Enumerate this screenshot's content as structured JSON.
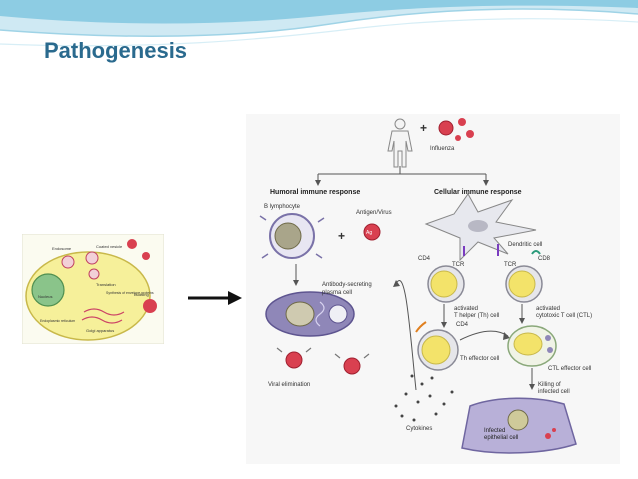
{
  "slide": {
    "title": "Pathogenesis"
  },
  "panel": {
    "labels": [
      "Endosome",
      "Nucleus",
      "Translation",
      "Synthesis of envelope proteins",
      "Golgi apparatus",
      "Endoplasmic reticulum",
      "Budding",
      "Coated vesicle"
    ]
  },
  "diagram": {
    "influenza": "Influenza",
    "humoral": "Humoral immune response",
    "cellular": "Cellular immune response",
    "b_lymphocyte": "B lymphocyte",
    "antigen": "Antigen/Virus",
    "dendritic": "Dendritic cell",
    "cd4": "CD4",
    "cd4_2": "CD4",
    "cd8": "CD8",
    "tcr_left": "TCR",
    "tcr_right": "TCR",
    "plasma_l1": "Antibody-secreting",
    "plasma_l2": "plasma cell",
    "th_l1": "activated",
    "th_l2": "T helper (Th) cell",
    "ctl_l1": "activated",
    "ctl_l2": "cytotoxic T cell (CTL)",
    "th_effector": "Th effector cell",
    "ctl_effector": "CTL effector cell",
    "viral_elim": "Viral elimination",
    "killing_l1": "Killing of",
    "killing_l2": "infected cell",
    "cytokines": "Cytokines",
    "infected_l1": "Infected",
    "infected_l2": "epithelial cell",
    "ag_label": "Ag"
  },
  "colors": {
    "title": "#2a6a8e",
    "arrow_red": "#e02020",
    "virus": "#d94050",
    "cell_yellow": "#f3e36a",
    "plasma": "#8f87b8"
  }
}
